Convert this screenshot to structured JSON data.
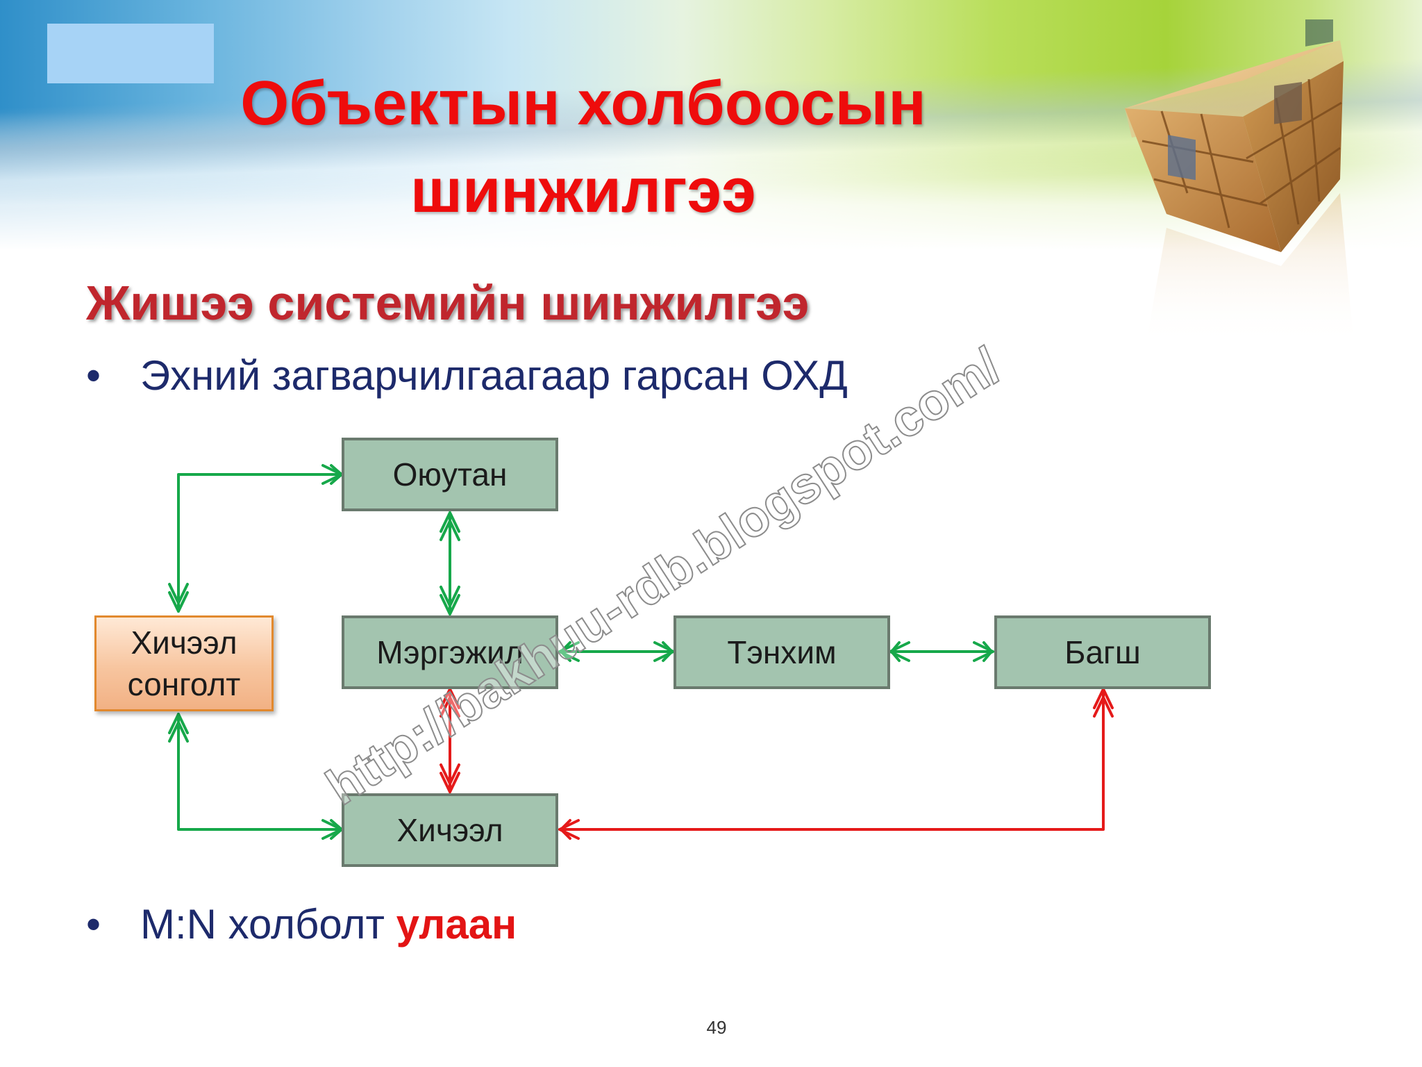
{
  "slide": {
    "title_line1": "Объектын холбоосын",
    "title_line2": "шинжилгээ",
    "subtitle": "Жишээ системийн шинжилгээ",
    "bullet1": "Эхний загварчилгаагаар гарсан ОХД",
    "bullet2_text": "M:N  холболт ",
    "bullet2_highlight": "улаан",
    "bullet_glyph": "•",
    "watermark": "http://bakhuu-rdb.blogspot.com/",
    "page_number": "49"
  },
  "diagram": {
    "nodes": {
      "student": "Оюутан",
      "course_selection_line1": "Хичээл",
      "course_selection_line2": "сонголт",
      "major": "Мэргэжил",
      "department": "Тэнхим",
      "teacher": "Багш",
      "course": "Хичээл"
    },
    "connections": [
      {
        "from": "course_selection",
        "to": "student",
        "color": "green"
      },
      {
        "from": "student",
        "to": "major",
        "color": "green"
      },
      {
        "from": "major",
        "to": "department",
        "color": "green"
      },
      {
        "from": "department",
        "to": "teacher",
        "color": "green"
      },
      {
        "from": "major",
        "to": "course",
        "color": "red"
      },
      {
        "from": "course_selection",
        "to": "course",
        "color": "green"
      },
      {
        "from": "course",
        "to": "teacher",
        "color": "red"
      }
    ],
    "colors": {
      "one_to_many": "#16a84a",
      "many_to_many": "#e51a1a",
      "entity_fill": "#a3c4af",
      "associative_fill": "#f7c59f"
    }
  }
}
